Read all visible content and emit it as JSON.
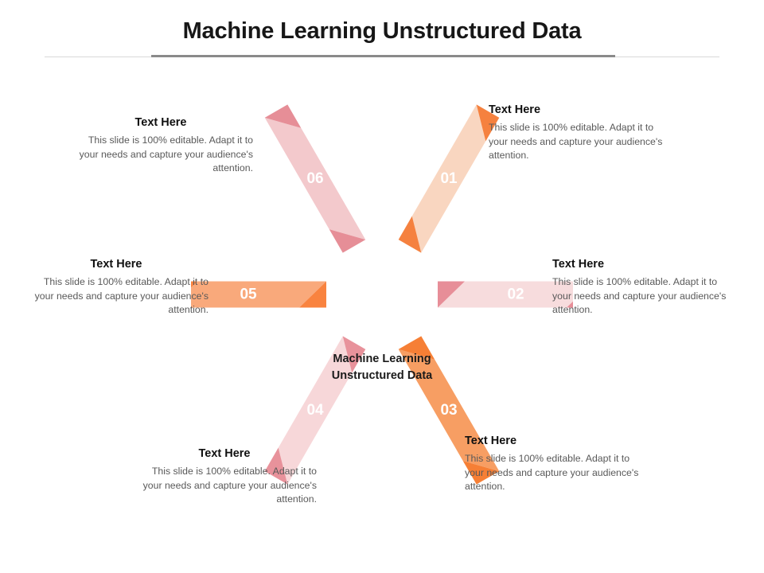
{
  "slide": {
    "title": "Machine Learning Unstructured Data",
    "center_line1": "Machine Learning",
    "center_line2": "Unstructured Data"
  },
  "colors": {
    "seg01_body": "#F9D6C0",
    "seg01_cap": "#F5813F",
    "seg02_body": "#F7DCDD",
    "seg02_cap": "#E78E98",
    "seg03_body": "#F79E63",
    "seg03_cap": "#F67F35",
    "seg04_body": "#F7D7D9",
    "seg04_cap": "#E8929B",
    "seg05_body": "#F9A97B",
    "seg05_cap": "#F9833F",
    "seg06_body": "#F3C9CC",
    "seg06_cap": "#E68E97",
    "title_text": "#171717",
    "body_text": "#595959",
    "heading_text": "#101010",
    "rule_light": "#D9D9D9",
    "rule_dark": "#8A8A8A"
  },
  "segments": [
    {
      "number": "01",
      "heading": "Text Here",
      "body": "This slide is 100% editable.  Adapt it to your needs and capture your audience's attention.",
      "body_color": "#F9D6C0",
      "cap_color": "#F5813F",
      "angle": -60
    },
    {
      "number": "02",
      "heading": "Text Here",
      "body": "This slide is 100% editable.  Adapt it to your needs and capture your audience's attention.",
      "body_color": "#F7DCDD",
      "cap_color": "#E78E98",
      "angle": 0
    },
    {
      "number": "03",
      "heading": "Text Here",
      "body": "This slide is 100% editable.  Adapt it to your needs and capture your audience's attention.",
      "body_color": "#F79E63",
      "cap_color": "#F67F35",
      "angle": 60
    },
    {
      "number": "04",
      "heading": "Text Here",
      "body": "This slide is 100% editable.  Adapt it to your needs and capture your audience's attention.",
      "body_color": "#F7D7D9",
      "cap_color": "#E8929B",
      "angle": 120
    },
    {
      "number": "05",
      "heading": "Text Here",
      "body": "This slide is 100% editable.  Adapt it to your needs and capture your audience's attention.",
      "body_color": "#F9A97B",
      "cap_color": "#F9833F",
      "angle": 180
    },
    {
      "number": "06",
      "heading": "Text Here",
      "body": "This slide is 100% editable.  Adapt it to your needs and capture your audience's attention.",
      "body_color": "#F3C9CC",
      "cap_color": "#E68E97",
      "angle": 240
    }
  ]
}
